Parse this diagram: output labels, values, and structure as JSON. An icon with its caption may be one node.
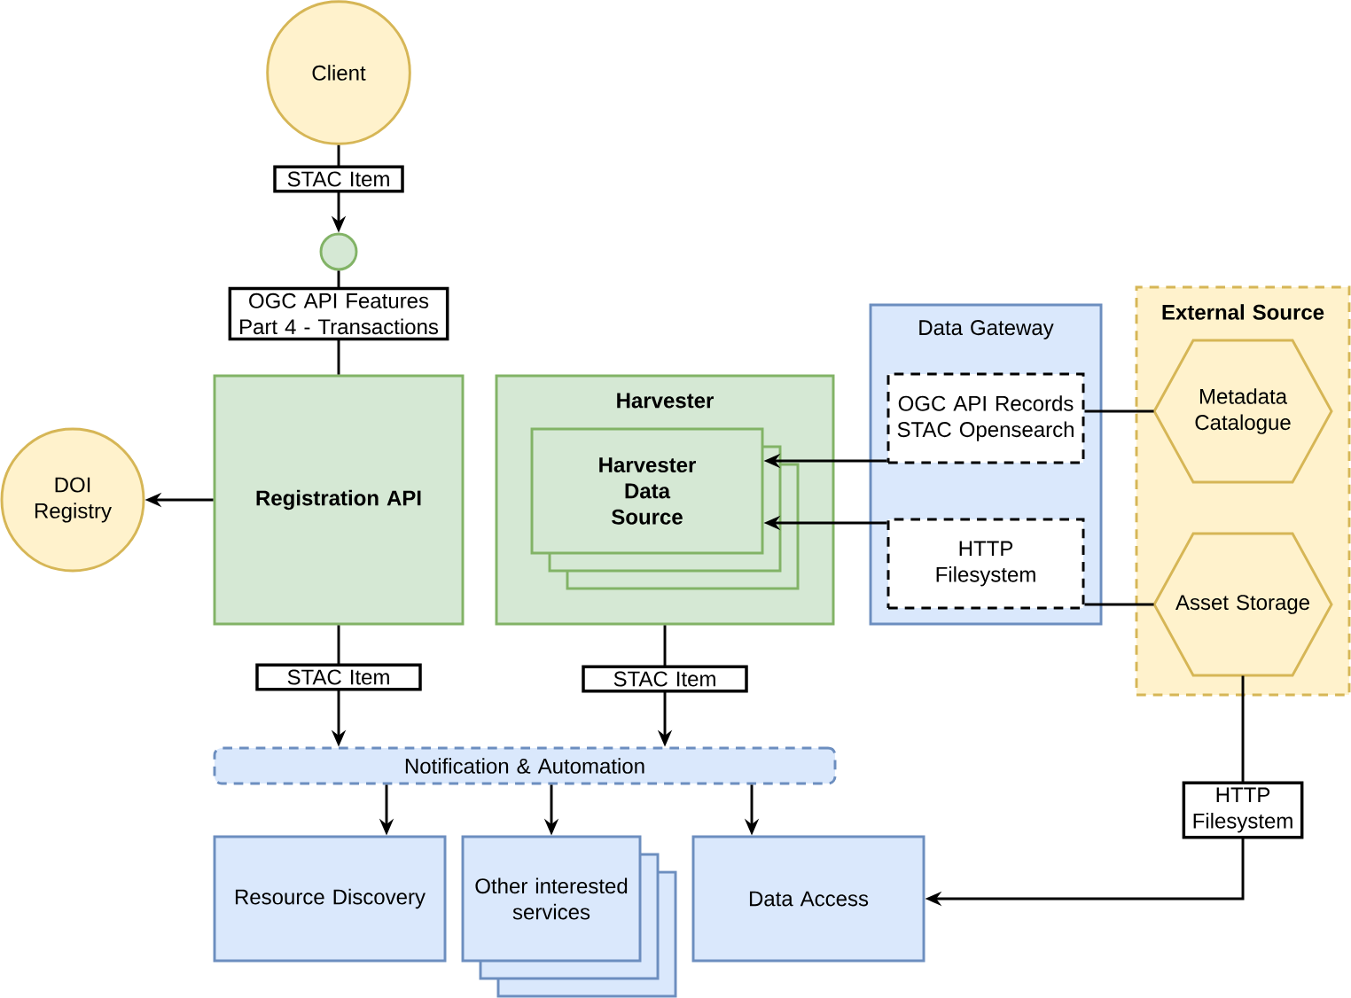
{
  "diagram": {
    "nodes": [
      {
        "text": [
          "Client"
        ]
      },
      {
        "text": [],
        "shape": "circle"
      },
      {
        "text": [
          "Registration API"
        ]
      },
      {
        "text": [
          "DOI Registry"
        ]
      },
      {
        "text": [
          "Harvester"
        ]
      },
      {
        "text": [
          "Harvester Data Source"
        ],
        "in": 4
      },
      {
        "text": [
          "Data Gateway"
        ]
      },
      {
        "text": [
          "OGC API Records STAC Opensearch"
        ],
        "in": 6
      },
      {
        "text": [
          "HTTP Filesystem"
        ],
        "in": 6
      },
      {
        "text": [
          "External Source"
        ]
      },
      {
        "text": [
          "Metadata Catalogue"
        ],
        "in": 9
      },
      {
        "text": [
          "Asset Storage"
        ],
        "in": 9
      },
      {
        "text": [
          "Notification & Automation"
        ]
      },
      {
        "text": [
          "Resource Discovery"
        ]
      },
      {
        "text": [
          "Other interested services"
        ]
      },
      {
        "text": [
          "Data Access"
        ]
      }
    ],
    "edges": [
      {
        "from": 0,
        "to": 1,
        "arrow": "to",
        "label": "STAC Item"
      },
      {
        "from": 1,
        "to": 2,
        "arrow": "none",
        "label": "OGC API Features Part 4 - Transactions"
      },
      {
        "from": 2,
        "to": 3,
        "arrow": "to"
      },
      {
        "from": 2,
        "to": 12,
        "arrow": "to",
        "label": "STAC Item"
      },
      {
        "from": 4,
        "to": 12,
        "arrow": "to",
        "label": "STAC Item"
      },
      {
        "from": 12,
        "to": 13,
        "arrow": "to"
      },
      {
        "from": 12,
        "to": 14,
        "arrow": "to"
      },
      {
        "from": 12,
        "to": 15,
        "arrow": "to"
      },
      {
        "from": 7,
        "to": 5,
        "arrow": "to"
      },
      {
        "from": 8,
        "to": 5,
        "arrow": "to"
      },
      {
        "from": 10,
        "to": 7,
        "arrow": "none"
      },
      {
        "from": 11,
        "to": 8,
        "arrow": "none"
      },
      {
        "from": 11,
        "to": 15,
        "arrow": "to",
        "label": "HTTP Filesystem"
      }
    ]
  }
}
